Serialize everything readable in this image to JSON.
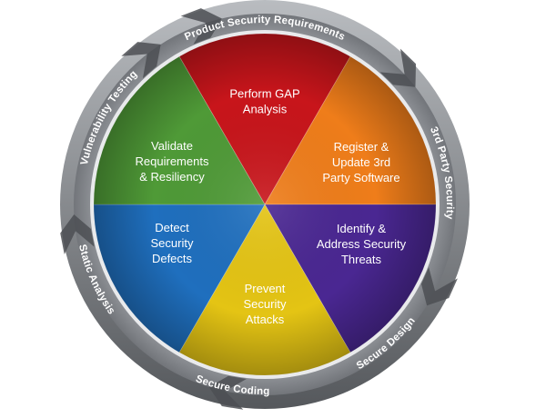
{
  "wedges": [
    {
      "id": "gap",
      "lines": [
        "Perform GAP",
        "Analysis"
      ],
      "color": "#c8151b",
      "color_dark": "#7e0a0e"
    },
    {
      "id": "third-party",
      "lines": [
        "Register &",
        "Update 3rd",
        "Party Software"
      ],
      "color": "#ef7d1a",
      "color_dark": "#b44b05"
    },
    {
      "id": "threats",
      "lines": [
        "Identify &",
        "Address Security",
        "Threats"
      ],
      "color": "#4a2792",
      "color_dark": "#251157"
    },
    {
      "id": "attacks",
      "lines": [
        "Prevent",
        "Security",
        "Attacks"
      ],
      "color": "#e4c414",
      "color_dark": "#a48406"
    },
    {
      "id": "defects",
      "lines": [
        "Detect",
        "Security",
        "Defects"
      ],
      "color": "#1f6fbe",
      "color_dark": "#0d3f7c"
    },
    {
      "id": "validate",
      "lines": [
        "Validate",
        "Requirements",
        "& Resiliency"
      ],
      "color": "#4f9a37",
      "color_dark": "#2c631a"
    }
  ],
  "ring_segments": [
    {
      "id": "product-security-requirements",
      "label": "Product Security Requirements"
    },
    {
      "id": "3rd-party-security",
      "label": "3rd Party Security"
    },
    {
      "id": "secure-design",
      "label": "Secure Design"
    },
    {
      "id": "secure-coding",
      "label": "Secure Coding"
    },
    {
      "id": "static-analysis",
      "label": "Static Analysis"
    },
    {
      "id": "vulnerability-testing",
      "label": "Vulnerability Testing"
    }
  ],
  "colors": {
    "ring_light": "#9b9ea3",
    "ring_dark": "#5e6166",
    "ring_inner": "#e9eaec"
  }
}
